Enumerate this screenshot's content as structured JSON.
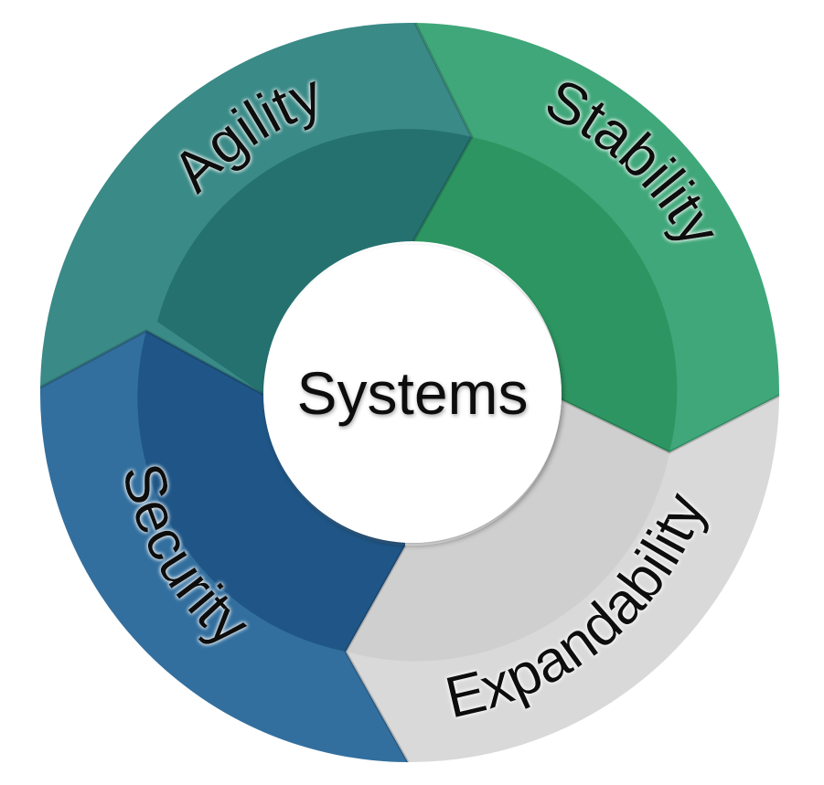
{
  "center": {
    "label": "Systems"
  },
  "segments": [
    {
      "id": "agility",
      "label": "Agility",
      "outer_color": "#3A8A87",
      "inner_color": "#236E6E"
    },
    {
      "id": "stability",
      "label": "Stability",
      "outer_color": "#3FA779",
      "inner_color": "#2B945E"
    },
    {
      "id": "expandability",
      "label": "Expandability",
      "outer_color": "#D9D9D9",
      "inner_color": "#CDCDCD"
    },
    {
      "id": "security",
      "label": "Security",
      "outer_color": "#336F9E",
      "inner_color": "#1D5384"
    }
  ]
}
